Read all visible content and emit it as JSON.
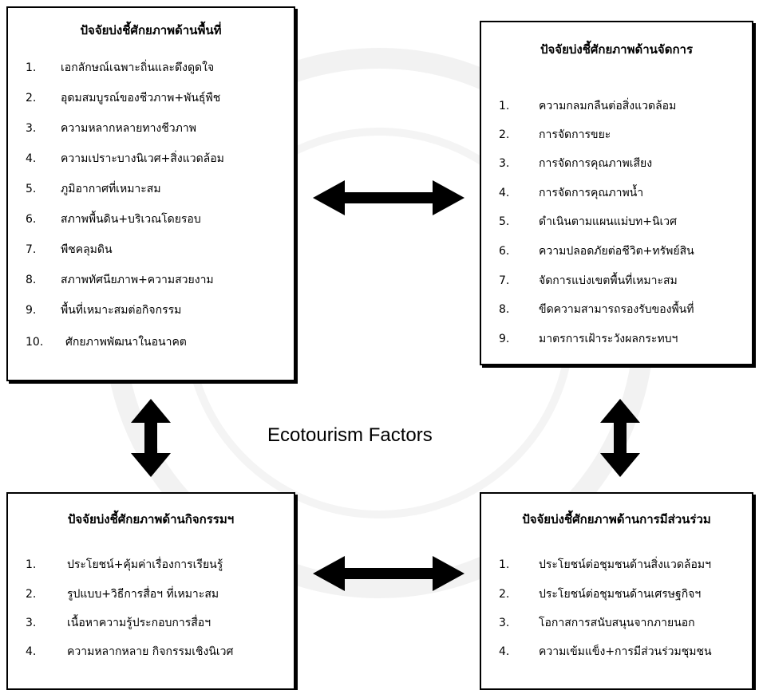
{
  "center_title": "Ecotourism Factors",
  "boxes": {
    "area": {
      "title": "ปัจจัยบ่งชี้ศักยภาพด้านพื้นที่",
      "items": [
        {
          "num": "1.",
          "text": "เอกลักษณ์เฉพาะถิ่นและดึงดูดใจ"
        },
        {
          "num": "2.",
          "text": "อุดมสมบูรณ์ของชีวภาพ+พันธุ์พืช"
        },
        {
          "num": "3.",
          "text": "ความหลากหลายทางชีวภาพ"
        },
        {
          "num": "4.",
          "text": "ความเปราะบางนิเวศ+สิ่งแวดล้อม"
        },
        {
          "num": "5.",
          "text": "ภูมิอากาศที่เหมาะสม"
        },
        {
          "num": "6.",
          "text": "สภาพพื้นดิน+บริเวณโดยรอบ"
        },
        {
          "num": "7.",
          "text": "พืชคลุมดิน"
        },
        {
          "num": "8.",
          "text": "สภาพทัศนียภาพ+ความสวยงาม"
        },
        {
          "num": "9.",
          "text": "พื้นที่เหมาะสมต่อกิจกรรม"
        },
        {
          "num": "10.",
          "text": "ศักยภาพพัฒนาในอนาคต"
        }
      ]
    },
    "management": {
      "title": "ปัจจัยบ่งชี้ศักยภาพด้านจัดการ",
      "items": [
        {
          "num": "1.",
          "text": "ความกลมกลืนต่อสิ่งแวดล้อม"
        },
        {
          "num": "2.",
          "text": "การจัดการขยะ"
        },
        {
          "num": "3.",
          "text": "การจัดการคุณภาพเสียง"
        },
        {
          "num": "4.",
          "text": "การจัดการคุณภาพน้ำ"
        },
        {
          "num": "5.",
          "text": "ดำเนินตามแผนแม่บท+นิเวศ"
        },
        {
          "num": "6.",
          "text": "ความปลอดภัยต่อชีวิต+ทรัพย์สิน"
        },
        {
          "num": "7.",
          "text": "จัดการแบ่งเขตพื้นที่เหมาะสม"
        },
        {
          "num": "8.",
          "text": "ขีดความสามารถรองรับของพื้นที่"
        },
        {
          "num": "9.",
          "text": "มาตรการเฝ้าระวังผลกระทบฯ"
        }
      ]
    },
    "activity": {
      "title": "ปัจจัยบ่งชี้ศักยภาพด้านกิจกรรมฯ",
      "items": [
        {
          "num": "1.",
          "text": "ประโยชน์+คุ้มค่าเรื่องการเรียนรู้"
        },
        {
          "num": "2.",
          "text": "รูปแบบ+วิธีการสื่อฯ ที่เหมาะสม"
        },
        {
          "num": "3.",
          "text": "เนื้อหาความรู้ประกอบการสื่อฯ"
        },
        {
          "num": "4.",
          "text": "ความหลากหลาย กิจกรรมเชิงนิเวศ"
        }
      ]
    },
    "participation": {
      "title": "ปัจจัยบ่งชี้ศักยภาพด้านการมีส่วนร่วม",
      "items": [
        {
          "num": "1.",
          "text": "ประโยชน์ต่อชุมชนด้านสิ่งแวดล้อมฯ"
        },
        {
          "num": "2.",
          "text": "ประโยชน์ต่อชุมชนด้านเศรษฐกิจฯ"
        },
        {
          "num": "3.",
          "text": "โอกาสการสนับสนุนจากภายนอก"
        },
        {
          "num": "4.",
          "text": "ความเข้มแข็ง+การมีส่วนร่วมชุมชน"
        }
      ]
    }
  }
}
